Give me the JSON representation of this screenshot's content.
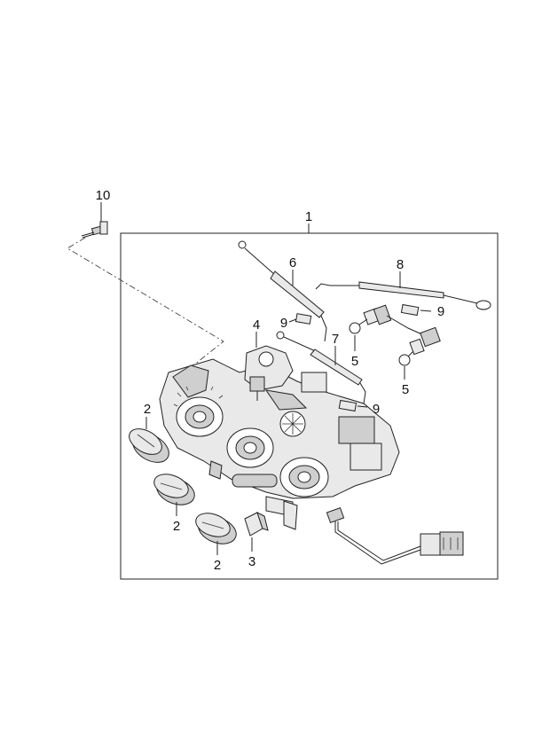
{
  "callouts": {
    "c1": "1",
    "c2a": "2",
    "c2b": "2",
    "c2c": "2",
    "c3": "3",
    "c4": "4",
    "c5a": "5",
    "c5b": "5",
    "c6": "6",
    "c7": "7",
    "c8": "8",
    "c9a": "9",
    "c9b": "9",
    "c9c": "9",
    "c10": "10"
  }
}
